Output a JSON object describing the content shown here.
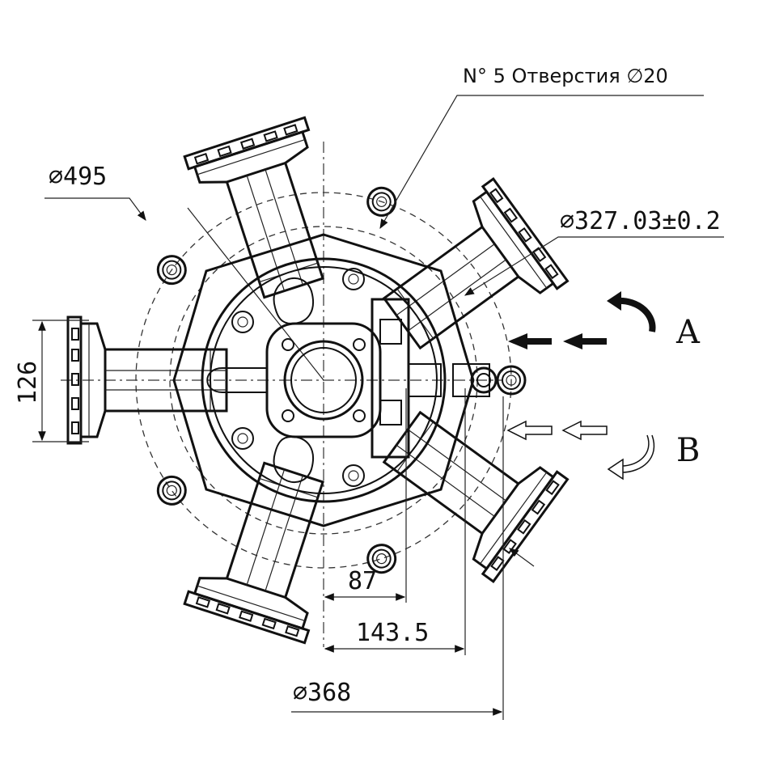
{
  "annotations": {
    "hole_note": "N° 5 Отверстия ∅20",
    "dia_495": "∅495",
    "dia_327": "∅327.03±0.2",
    "dia_368": "∅368",
    "dim_126": "126",
    "dim_87": "87",
    "dim_143": "143.5",
    "port_a": "A",
    "port_b": "B"
  },
  "colors": {
    "line": "#111111",
    "background": "#ffffff"
  }
}
